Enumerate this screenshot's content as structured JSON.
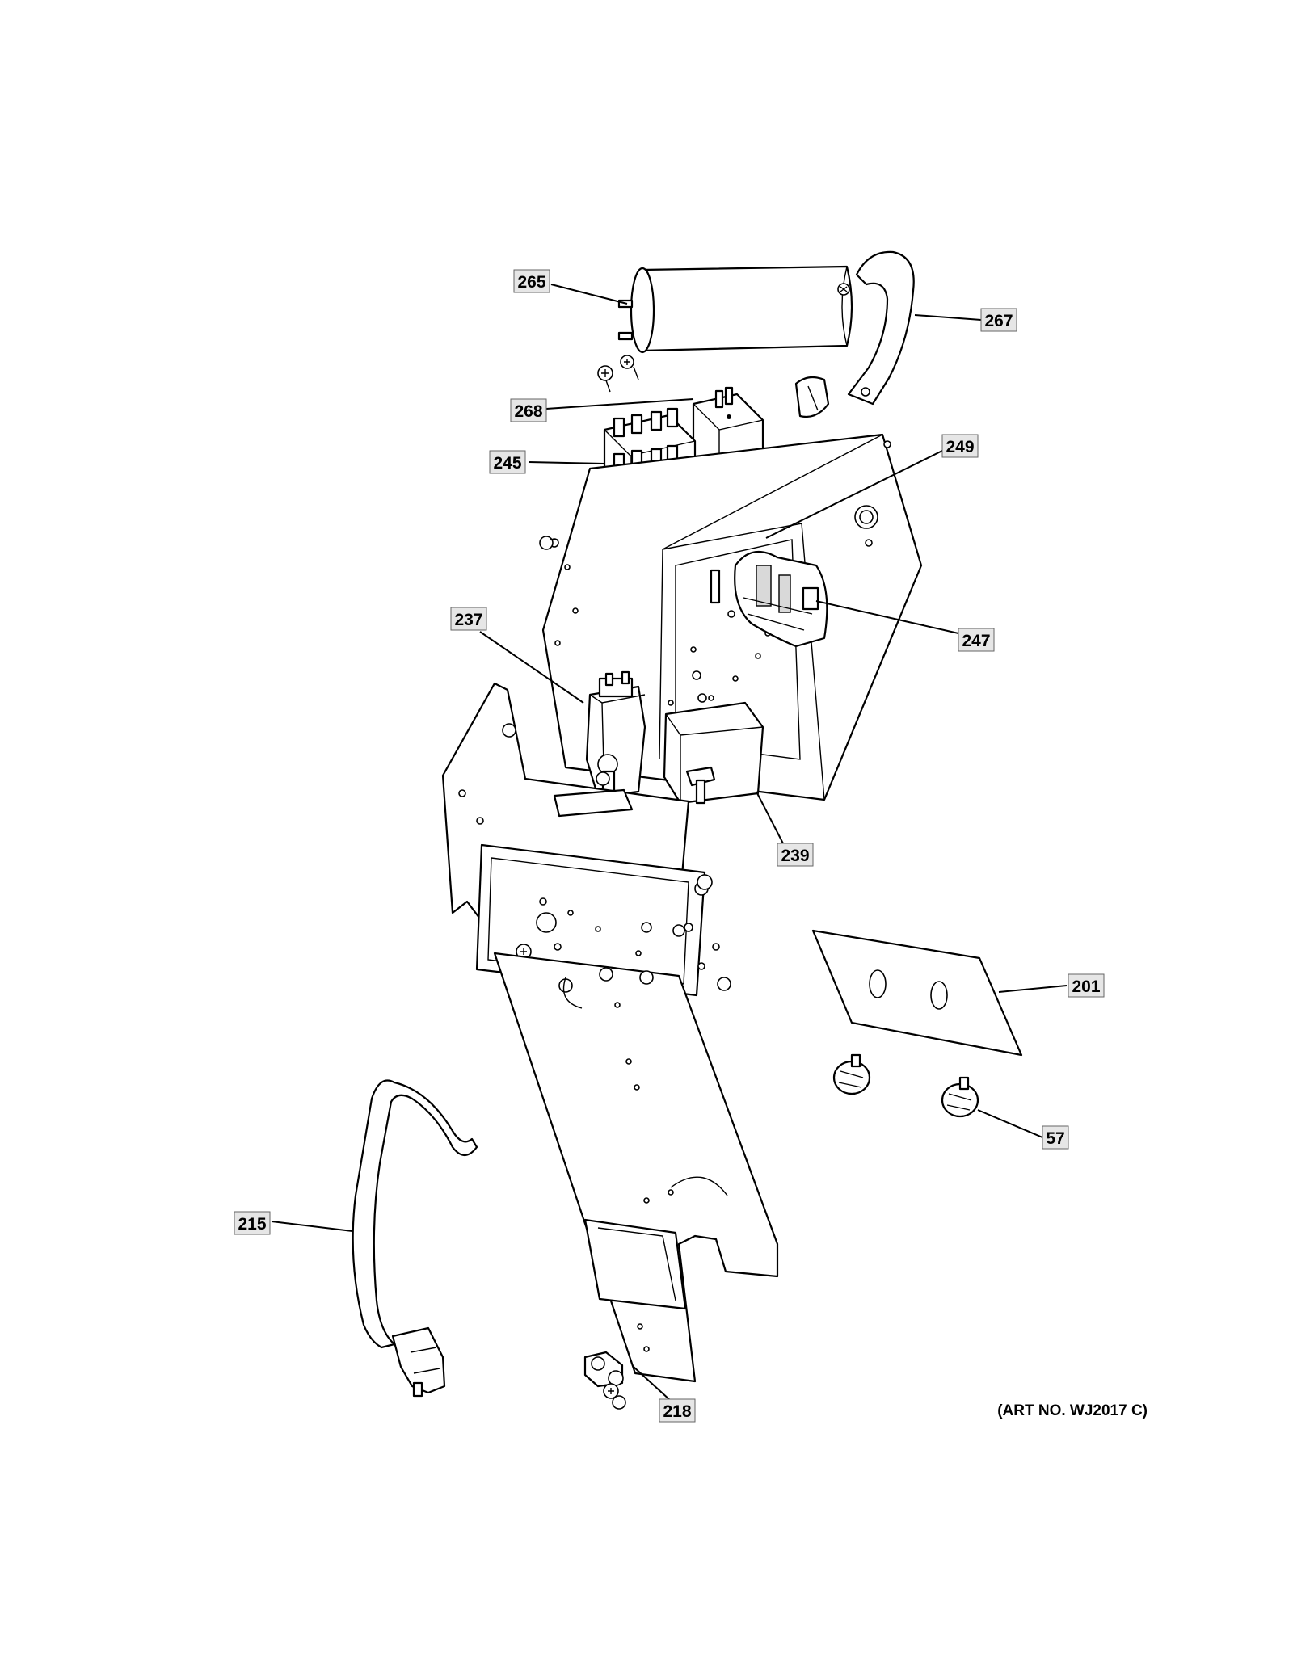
{
  "callouts": [
    {
      "id": "265",
      "label": "265"
    },
    {
      "id": "267",
      "label": "267"
    },
    {
      "id": "268",
      "label": "268"
    },
    {
      "id": "245",
      "label": "245"
    },
    {
      "id": "249",
      "label": "249"
    },
    {
      "id": "247",
      "label": "247"
    },
    {
      "id": "237",
      "label": "237"
    },
    {
      "id": "239",
      "label": "239"
    },
    {
      "id": "201",
      "label": "201"
    },
    {
      "id": "57",
      "label": "57"
    },
    {
      "id": "215",
      "label": "215"
    },
    {
      "id": "218",
      "label": "218"
    }
  ],
  "art_number": "(ART NO. WJ2017 C)"
}
